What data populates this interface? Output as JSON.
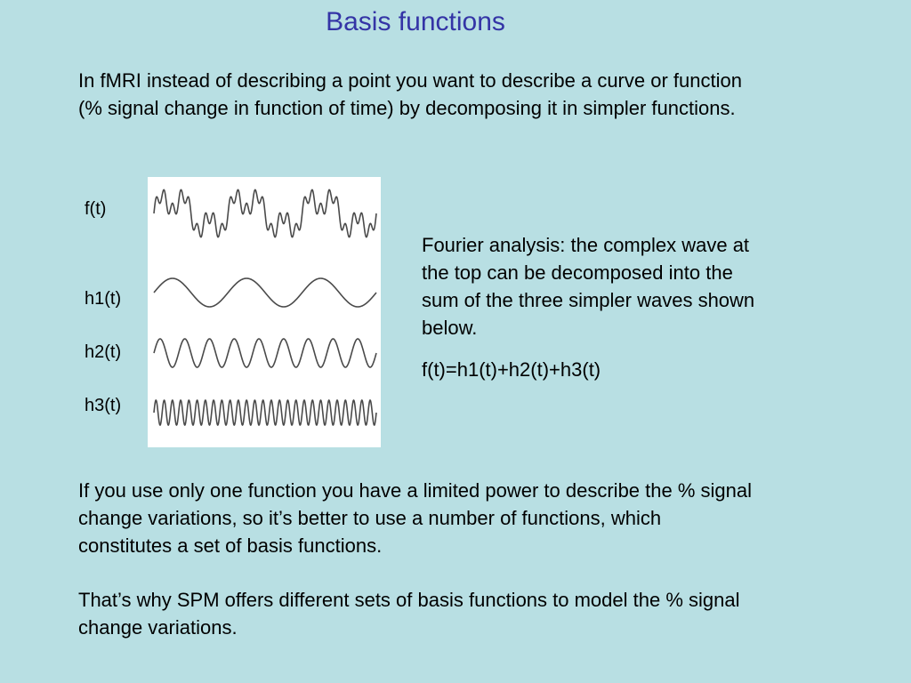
{
  "slide": {
    "title": "Basis functions",
    "intro_line1": "In fMRI instead of describing a point you want to describe a curve or function",
    "intro_line2": "(% signal change in function of time) by decomposing it in simpler functions.",
    "labels": {
      "f": "f(t)",
      "h1": "h1(t)",
      "h2": "h2(t)",
      "h3": "h3(t)"
    },
    "fourier": {
      "line1": "Fourier analysis: the complex wave at",
      "line2": "the top can be decomposed into the",
      "line3": "sum of the three simpler waves shown",
      "line4": "below.",
      "equation": "f(t)=h1(t)+h2(t)+h3(t)"
    },
    "basis_power_line1": "If you use only one function you have a limited power to describe the % signal",
    "basis_power_line2": "change variations, so it’s better to use a number of functions, which",
    "basis_power_line3": "constitutes a set of basis functions.",
    "spm_line1": "That’s why SPM offers different sets of basis functions to model the % signal",
    "spm_line2": "change variations."
  },
  "waves": {
    "h1_cycles": 3,
    "h2_cycles": 9,
    "h3_cycles": 27,
    "stroke_color": "#4a4a4a"
  }
}
